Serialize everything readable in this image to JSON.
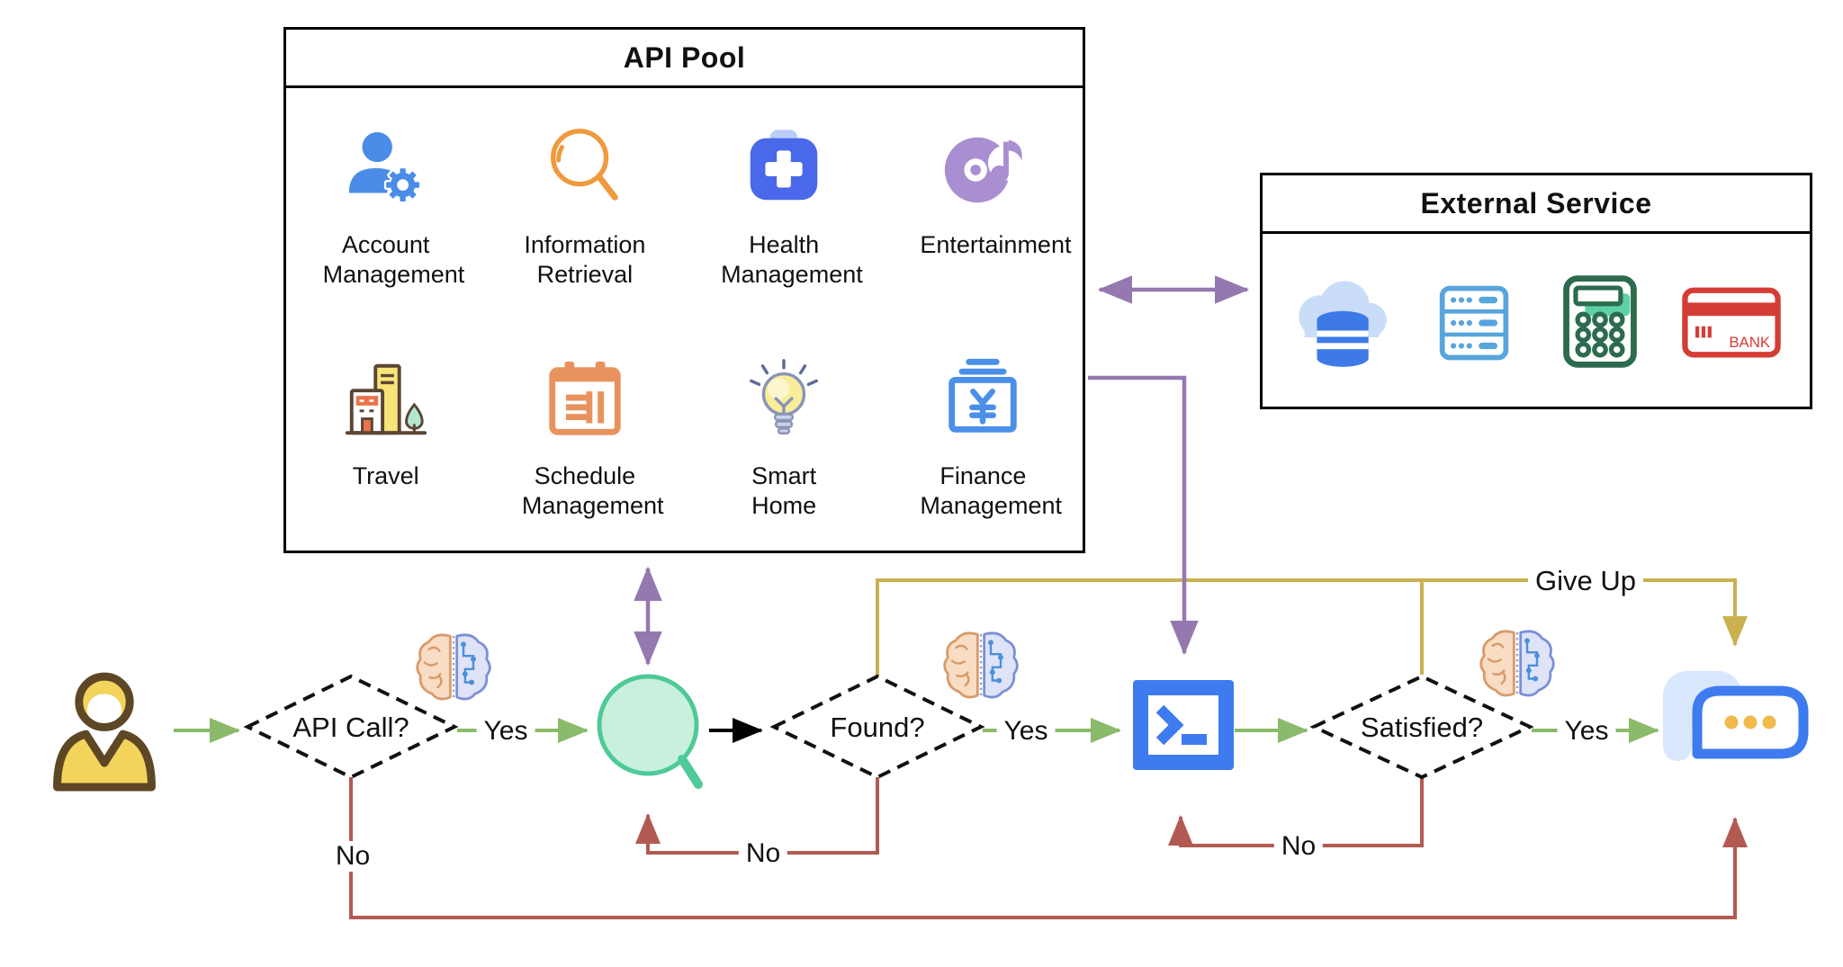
{
  "api_pool": {
    "title": "API Pool",
    "items": [
      {
        "icon": "account-management-icon",
        "label": "Account Management"
      },
      {
        "icon": "information-retrieval-icon",
        "label": "Information Retrieval"
      },
      {
        "icon": "health-management-icon",
        "label": "Health Management"
      },
      {
        "icon": "entertainment-icon",
        "label": "Entertainment"
      },
      {
        "icon": "travel-icon",
        "label": "Travel"
      },
      {
        "icon": "schedule-management-icon",
        "label": "Schedule Management"
      },
      {
        "icon": "smart-home-icon",
        "label": "Smart Home"
      },
      {
        "icon": "finance-management-icon",
        "label": "Finance Management"
      }
    ]
  },
  "external_service": {
    "title": "External Service",
    "bank_label": "BANK",
    "items": [
      {
        "icon": "cloud-database-icon"
      },
      {
        "icon": "server-icon"
      },
      {
        "icon": "calculator-icon"
      },
      {
        "icon": "bank-card-icon"
      }
    ]
  },
  "flow": {
    "nodes": [
      {
        "icon": "user-icon"
      },
      {
        "icon": "search-tool-icon"
      },
      {
        "icon": "terminal-icon"
      },
      {
        "icon": "chat-response-icon"
      }
    ],
    "decisions": [
      {
        "label": "API Call?"
      },
      {
        "label": "Found?"
      },
      {
        "label": "Satisfied?"
      }
    ],
    "edge_labels": {
      "api_call_yes": "Yes",
      "api_call_no": "No",
      "found_yes": "Yes",
      "found_no": "No",
      "satisfied_yes": "Yes",
      "satisfied_no": "No",
      "give_up": "Give Up"
    }
  },
  "colors": {
    "yes_green": "#8aba6a",
    "no_red": "#b25a52",
    "give_up_gold": "#cbb050",
    "link_purple": "#9678b0",
    "node_blue": "#3d7bef",
    "diamond_border": "#111111"
  }
}
